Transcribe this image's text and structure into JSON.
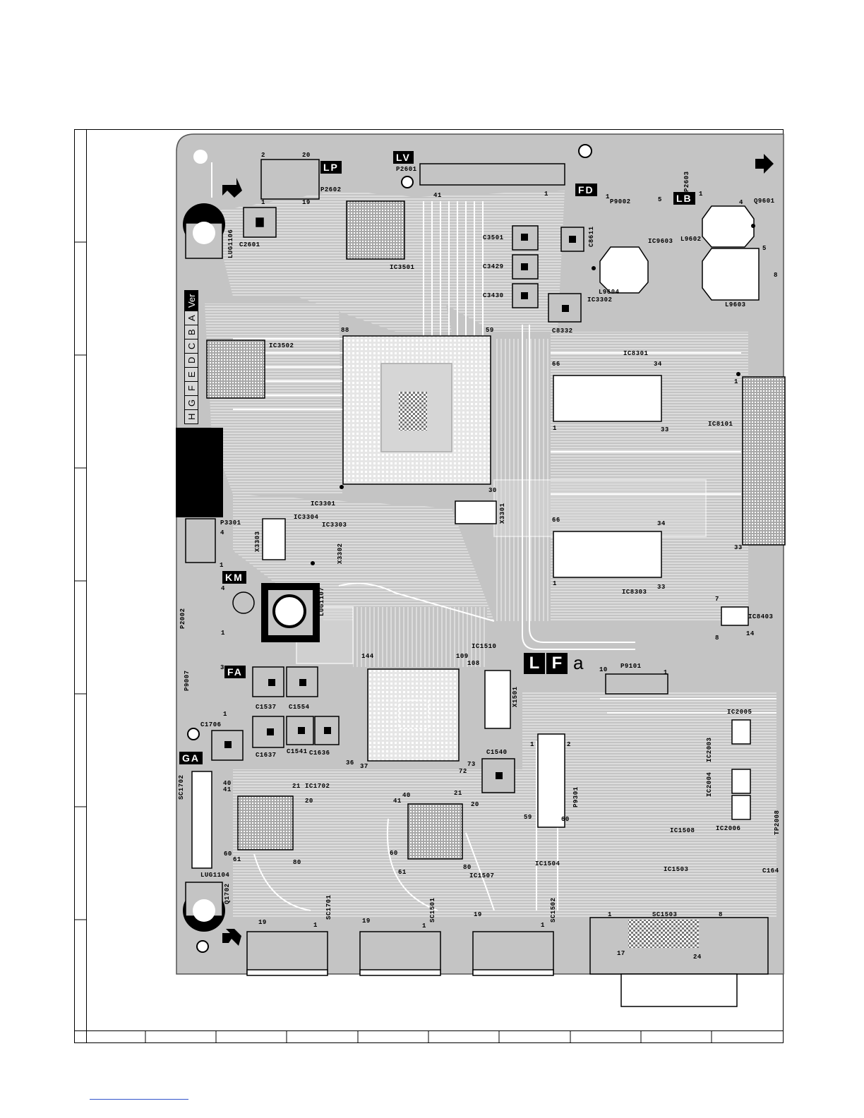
{
  "sheet": {
    "version_strip": {
      "heading": "Ver",
      "letters": [
        "A",
        "B",
        "C",
        "D",
        "E",
        "F",
        "G",
        "H"
      ]
    }
  },
  "connector_tags": {
    "lp": "LP",
    "lv": "LV",
    "fd": "FD",
    "lb": "LB",
    "km": "KM",
    "fa": "FA",
    "ga": "GA"
  },
  "board_id": {
    "l": "L",
    "f": "F",
    "suffix": "a"
  },
  "references": {
    "p2602": "P2602",
    "p2601": "P2601",
    "c2601": "C2601",
    "lug1106": "LUG1106",
    "ic3501": "IC3501",
    "ic3502": "IC3502",
    "c3501": "C3501",
    "c3429": "C3429",
    "c3430": "C3430",
    "c8611": "C8611",
    "ic3302": "IC3302",
    "c8332": "C8332",
    "p9002": "P9002",
    "p2603": "P2603",
    "ic9603": "IC9603",
    "l9604": "L9604",
    "l9602": "L9602",
    "l9603": "L9603",
    "q9601": "Q9601",
    "ic8301": "IC8301",
    "ic8101": "IC8101",
    "ic8303": "IC8303",
    "ic8403": "IC8403",
    "ic3301": "IC3301",
    "x3301": "X3301",
    "ic3304": "IC3304",
    "ic3303": "IC3303",
    "x3303": "X3303",
    "x3302": "X3302",
    "p3301": "P3301",
    "lug1107": "LUG1107",
    "p2002": "P2002",
    "p9007": "P9007",
    "c1537": "C1537",
    "c1554": "C1554",
    "c1706": "C1706",
    "c1637": "C1637",
    "c1541": "C1541",
    "c1636": "C1636",
    "ic1510": "IC1510",
    "x1501": "X1501",
    "p9101": "P9101",
    "c1540": "C1540",
    "p9301": "P9301",
    "ic2005": "IC2005",
    "ic2003": "IC2003",
    "ic2004": "IC2004",
    "ic2006": "IC2006",
    "tp2008": "TP2008",
    "sc1702": "SC1702",
    "ic1702": "IC1702",
    "lug1104": "LUG1104",
    "q1702": "Q1702",
    "sc1701": "SC1701",
    "sc1501": "SC1501",
    "sc1502": "SC1502",
    "ic1507": "IC1507",
    "ic1504": "IC1504",
    "ic1508": "IC1508",
    "ic1503": "IC1503",
    "sc1503": "SC1503",
    "c164x": "C164"
  },
  "pins": {
    "p2602_2": "2",
    "p2602_20": "20",
    "p2602_1": "1",
    "p2602_19": "19",
    "p2601_41": "41",
    "p2601_1": "1",
    "ic3301_88": "88",
    "ic3301_59": "59",
    "ic3301_30": "30",
    "ic8301_66": "66",
    "ic8301_34": "34",
    "ic8301_1": "1",
    "ic8301_33": "33",
    "ic8303_66": "66",
    "ic8303_34": "34",
    "ic8303_1": "1",
    "ic8303_33": "33",
    "ic8101_1": "1",
    "ic8101_33": "33",
    "ic1510_144": "144",
    "ic1510_109": "109",
    "ic1510_108": "108",
    "ic1510_36": "36",
    "ic1510_37": "37",
    "ic1510_73": "73",
    "ic1510_72": "72",
    "ic1702_21": "21",
    "ic1702_20": "20",
    "ic1702_40": "40",
    "ic1702_41": "41",
    "ic1702_60": "60",
    "ic1702_61": "61",
    "ic1702_80": "80",
    "ic1507_40": "40",
    "ic1507_41": "41",
    "ic1507_21": "21",
    "ic1507_20": "20",
    "ic1507_60": "60",
    "ic1507_61": "61",
    "ic1507_80": "80",
    "p9101_10": "10",
    "p9101_1": "1",
    "p9301_1": "1",
    "p9301_2": "2",
    "p9301_59": "59",
    "p9301_60": "60",
    "sc1701_19": "19",
    "sc1701_1": "1",
    "sc1501_19": "19",
    "sc1501_1": "1",
    "sc1502_19": "19",
    "sc1502_1": "1",
    "sc1503_1": "1",
    "sc1503_8": "8",
    "sc1503_17": "17",
    "sc1503_24": "24",
    "p9002_1": "1",
    "p9002_5": "5",
    "p2603_1": "1",
    "p2603_4": "4",
    "q9601_5": "5",
    "q9601_8": "8",
    "ic8403_7": "7",
    "ic8403_8": "8",
    "ic8403_14": "14",
    "p3301_1": "1",
    "p3301_4": "4",
    "p2002_1": "1",
    "p2002_4": "4",
    "p9007_3": "3",
    "p9007_1": "1",
    "sc1702_40": "40",
    "sc1702_41": "41"
  }
}
